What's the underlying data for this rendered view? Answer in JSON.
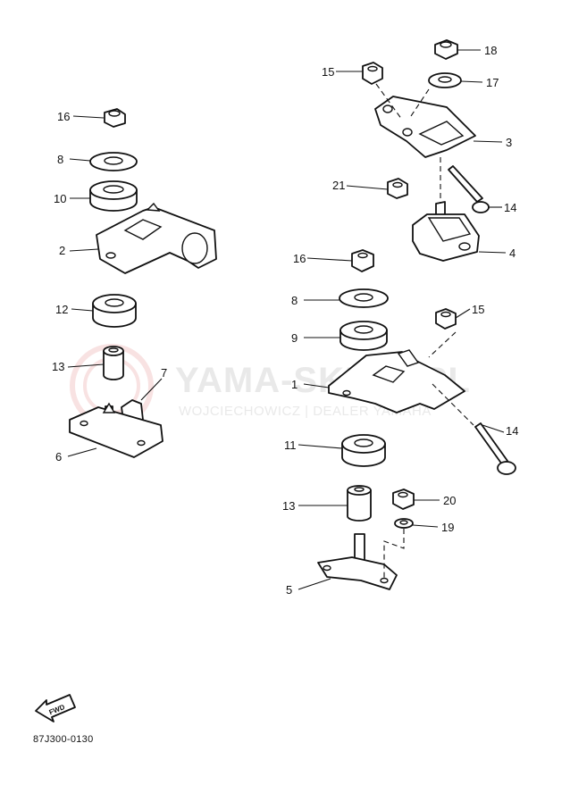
{
  "watermark": {
    "line1": "YAMA-SKLEP.PL",
    "line2": "WOJCIECHOWICZ | DEALER YAMAHA"
  },
  "fwd_label": "FWD",
  "diagram_code": "87J300-0130",
  "callouts": {
    "c16a": "16",
    "c8a": "8",
    "c10": "10",
    "c2": "2",
    "c12": "12",
    "c13a": "13",
    "c7": "7",
    "c6": "6",
    "c15a": "15",
    "c18": "18",
    "c17": "17",
    "c3": "3",
    "c21": "21",
    "c14a": "14",
    "c4": "4",
    "c16b": "16",
    "c8b": "8",
    "c15b": "15",
    "c9": "9",
    "c1": "1",
    "c14b": "14",
    "c11": "11",
    "c13b": "13",
    "c20": "20",
    "c19": "19",
    "c5": "5"
  }
}
